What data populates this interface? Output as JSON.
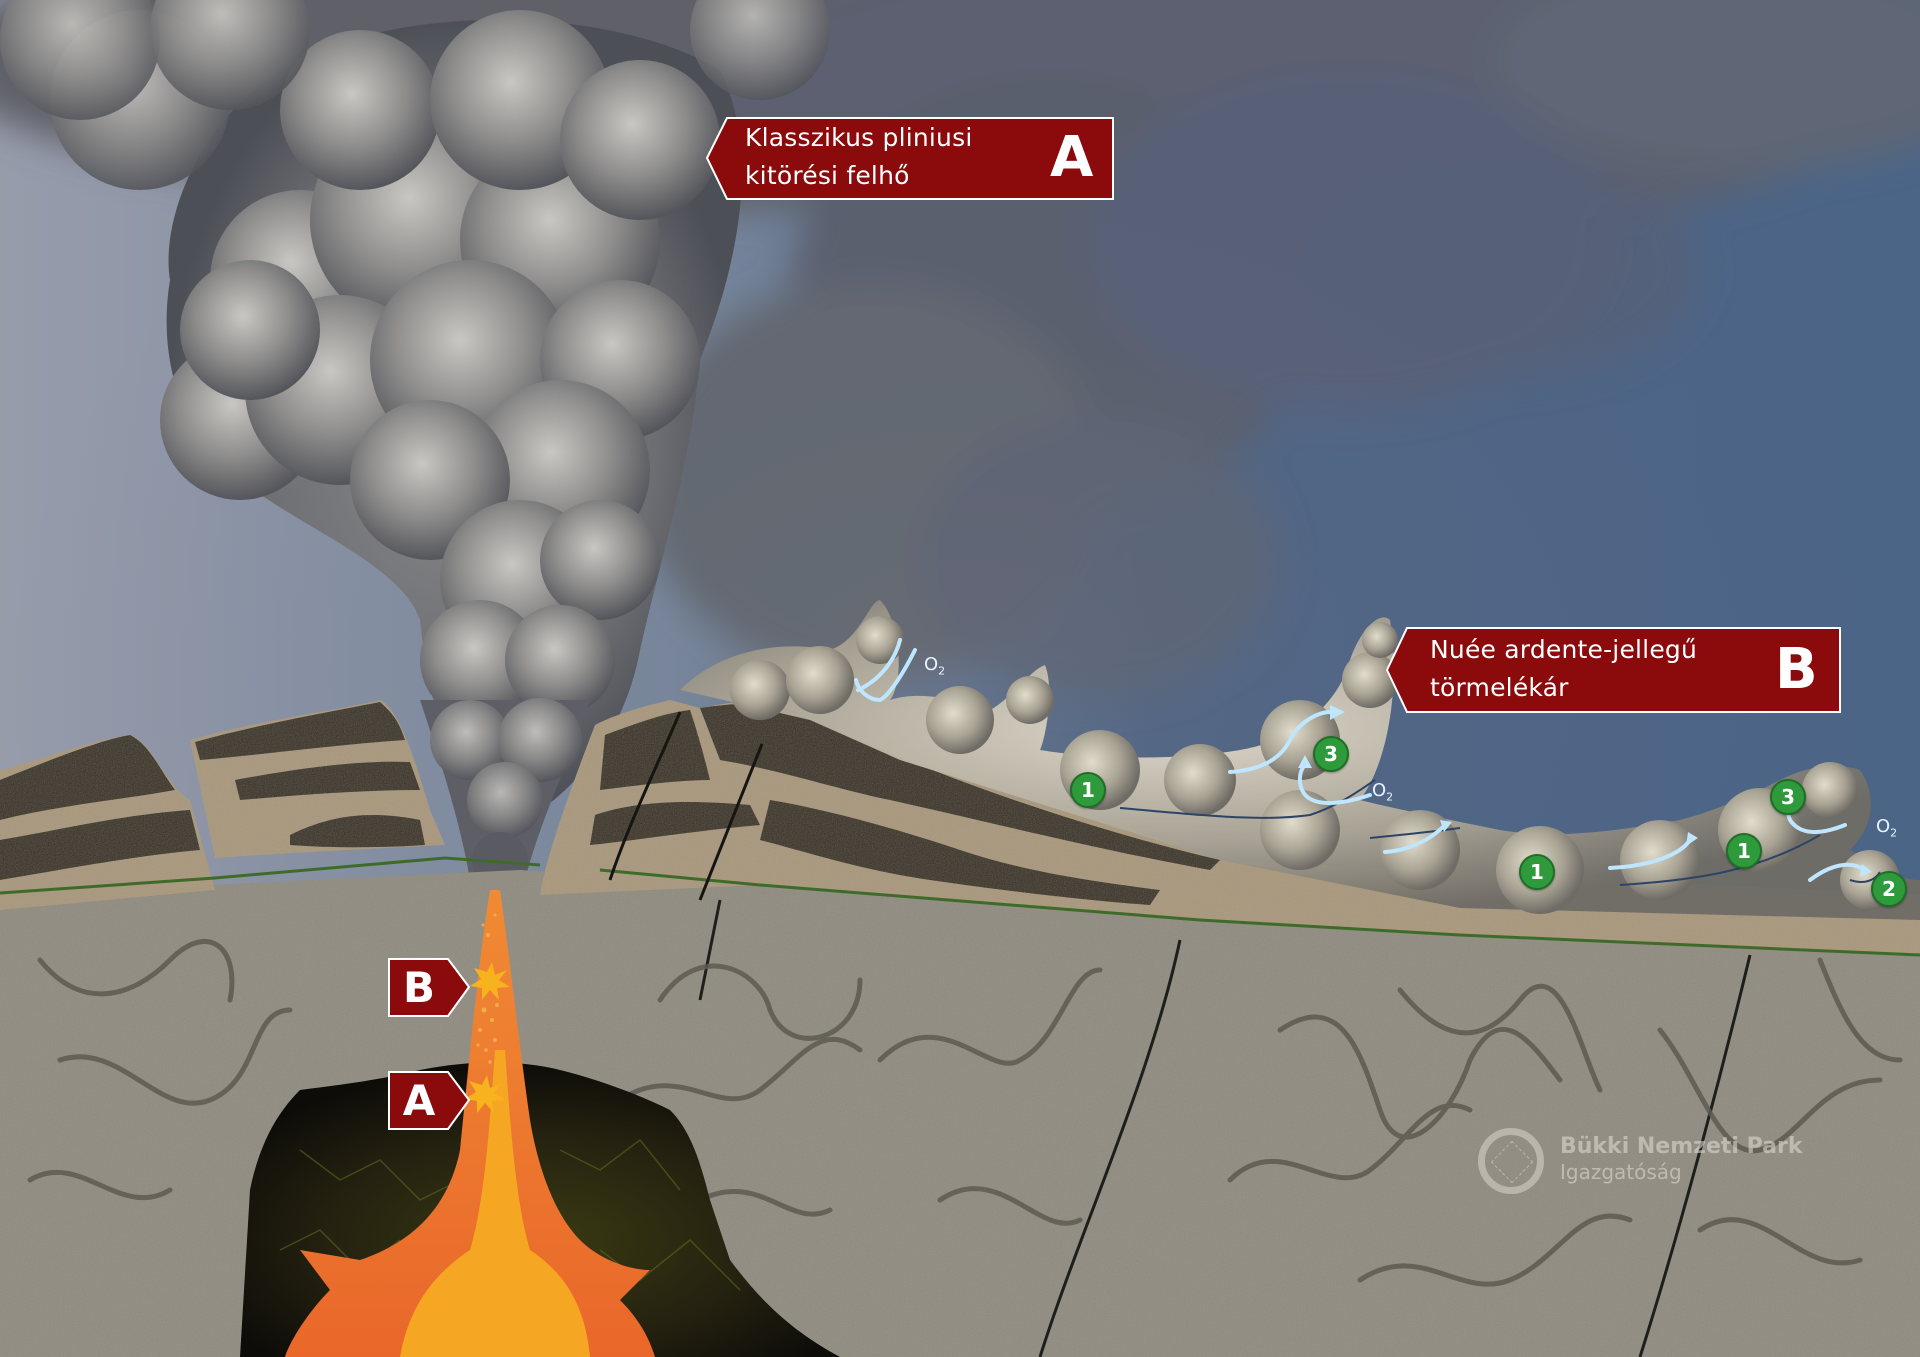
{
  "diagram": {
    "title": "Plinian eruption cloud and nuée ardente-type debris flow cross-section",
    "colors": {
      "sky_left": "#8f96a6",
      "sky_right": "#4b6587",
      "label_fill": "#8b0a0c",
      "label_border": "#ffffff",
      "badge_green": "#2f9a3b",
      "upper_layer": "#a8977c",
      "dark_band": "#3a3324",
      "bedrock": "#8f8b80",
      "contact_line": "#3f6b2a",
      "magma_outer": "#e8722e",
      "magma_inner": "#f5a623",
      "chamber": "#1c1a10",
      "airflow_arrow": "#bfe6ff"
    }
  },
  "callouts": {
    "a": {
      "line1": "Klasszikus pliniusi",
      "line2": "kitörési felhő",
      "letter": "A"
    },
    "b": {
      "line1": "Nuée ardente-jellegű",
      "line2": "törmelékár",
      "letter": "B"
    }
  },
  "conduit_markers": {
    "b": {
      "letter": "B"
    },
    "a": {
      "letter": "A"
    }
  },
  "flow_badges": [
    {
      "number": "1"
    },
    {
      "number": "3"
    },
    {
      "number": "1"
    },
    {
      "number": "1"
    },
    {
      "number": "3"
    },
    {
      "number": "2"
    }
  ],
  "oxygen_labels": [
    {
      "symbol": "O",
      "subscript": "2"
    },
    {
      "symbol": "O",
      "subscript": "2"
    },
    {
      "symbol": "O",
      "subscript": "2"
    }
  ],
  "logo": {
    "name": "Bükki Nemzeti Park",
    "subtitle": "Igazgatóság"
  }
}
